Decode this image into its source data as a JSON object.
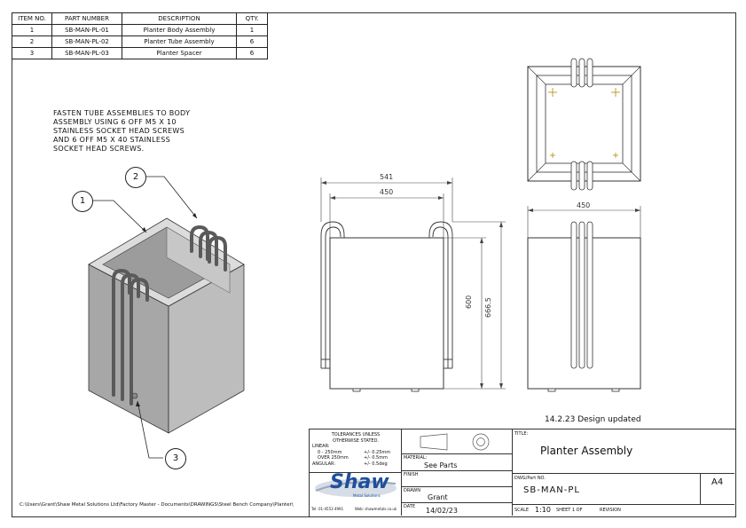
{
  "bom": {
    "headers": [
      "ITEM NO.",
      "PART NUMBER",
      "DESCRIPTION",
      "QTY."
    ],
    "rows": [
      [
        "1",
        "SB-MAN-PL-01",
        "Planter Body Assembly",
        "1"
      ],
      [
        "2",
        "SB-MAN-PL-02",
        "Planter Tube Assembly",
        "6"
      ],
      [
        "3",
        "SB-MAN-PL-03",
        "Planter Spacer",
        "6"
      ]
    ]
  },
  "note": {
    "lines": [
      "FASTEN TUBE ASSEMBLIES TO BODY",
      "ASSEMBLY USING 6 OFF M5 X 10",
      "STAINLESS SOCKET HEAD SCREWS",
      "AND 6 OFF M5 X 40 STAINLESS",
      "SOCKET HEAD SCREWS."
    ]
  },
  "balloons": [
    "1",
    "2",
    "3"
  ],
  "dimensions": {
    "overall_width": "541",
    "body_width": "450",
    "body_height": "600",
    "overall_height": "666.5",
    "side_width": "450"
  },
  "revision_note": "14.2.23 Design updated",
  "file_path": "C:\\Users\\Grant\\Shaw Metal Solutions Ltd\\Factory Master - Documents\\DRAWINGS\\Steel Bench Company\\Planter\\",
  "title_block": {
    "tolerances": {
      "heading1": "TOLERANCES UNLESS",
      "heading2": "OTHERWISE STATED.",
      "linear": "LINEAR:",
      "l1a": "0 - 250mm",
      "l1b": "+/-  0.25mm",
      "l2a": "OVER 250mm",
      "l2b": "+/-  0.5mm",
      "angular": "ANGULAR:",
      "angular_val": "+/-  0.5deg"
    },
    "material_label": "MATERIAL:",
    "material": "See Parts",
    "finish_label": "FINISH",
    "drawn_label": "DRAWN",
    "drawn": "Grant",
    "date_label": "DATE",
    "date": "14/02/23",
    "title_label": "TITLE:",
    "title": "Planter Assembly",
    "dwg_label": "DWG/Part NO.",
    "dwg_no": "SB-MAN-PL",
    "size": "A4",
    "scale_label": "SCALE",
    "scale": "1:10",
    "sheet": "SHEET 1 OF",
    "revision_label": "REVISION",
    "logo_text": "Shaw",
    "logo_sub": "Metal Solutions",
    "tel": "Tel: 01-4553 4991",
    "web": "Web: shawmetals.co.uk"
  }
}
